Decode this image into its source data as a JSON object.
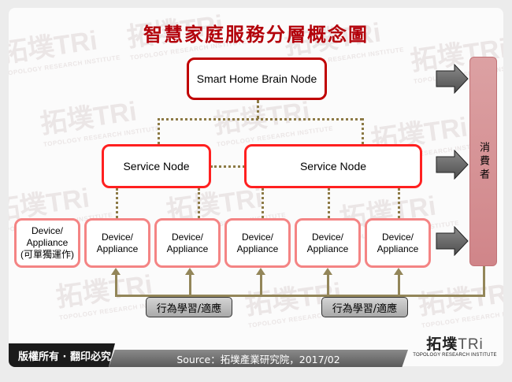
{
  "title": "智慧家庭服務分層概念圖",
  "diagram": {
    "brain_node": {
      "label": "Smart Home Brain Node"
    },
    "service_nodes": [
      {
        "label": "Service Node"
      },
      {
        "label": "Service Node"
      }
    ],
    "devices": [
      {
        "line1": "Device/",
        "line2": "Appliance",
        "line3": "(可單獨運作)"
      },
      {
        "line1": "Device/",
        "line2": "Appliance"
      },
      {
        "line1": "Device/",
        "line2": "Appliance"
      },
      {
        "line1": "Device/",
        "line2": "Appliance"
      },
      {
        "line1": "Device/",
        "line2": "Appliance"
      },
      {
        "line1": "Device/",
        "line2": "Appliance"
      }
    ],
    "feedback_labels": [
      {
        "label": "行為學習/適應"
      },
      {
        "label": "行為學習/適應"
      }
    ],
    "consumer": {
      "label": "消費者"
    },
    "colors": {
      "brain_border": "#c00000",
      "service_border": "#ff2020",
      "device_border": "#f48484",
      "connector": "#8c7a45",
      "consumer_fill": "#d8959a",
      "title": "#b3000a"
    }
  },
  "footer": {
    "copyright": "版權所有 · 翻印必究",
    "source": "Source：拓墣產業研究院，2017/02",
    "logo_main": "拓墣",
    "logo_tri": "TRi",
    "logo_sub": "TOPOLOGY RESEARCH INSTITUTE"
  },
  "watermark": {
    "text": "拓墣TRi",
    "sub": "TOPOLOGY RESEARCH INSTITUTE"
  }
}
